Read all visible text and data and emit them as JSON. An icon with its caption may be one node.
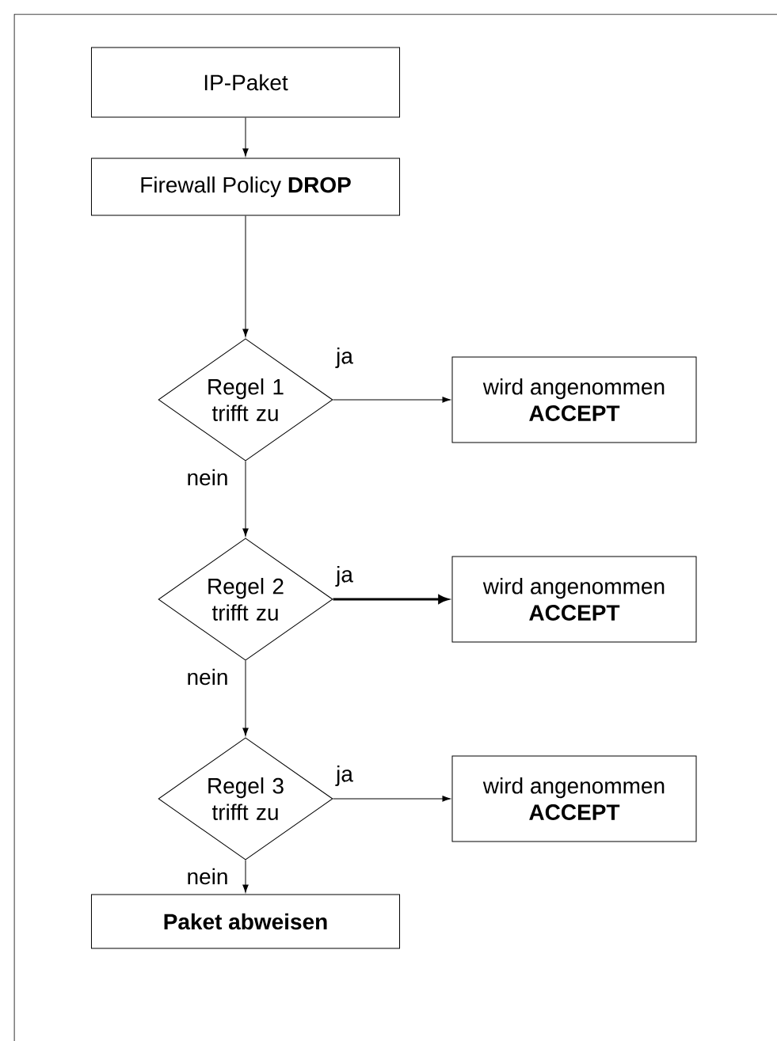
{
  "diagram": {
    "nodes": [
      {
        "text": [
          "IP-Paket"
        ]
      },
      {
        "text": [
          "Firewall Policy **DROP**"
        ]
      },
      {
        "text": [
          "Regel 1 trifft zu"
        ]
      },
      {
        "text": [
          "wird angenommen",
          "ACCEPT"
        ]
      },
      {
        "text": [
          "Regel 2 trifft zu"
        ]
      },
      {
        "text": [
          "wird angenommen",
          "ACCEPT"
        ]
      },
      {
        "text": [
          "Regel 3 trifft zu"
        ]
      },
      {
        "text": [
          "wird angenommen",
          "ACCEPT"
        ]
      },
      {
        "text": [
          "Paket abweisen"
        ]
      }
    ],
    "edges": [
      {
        "from": 0,
        "to": 1,
        "arrow": "to"
      },
      {
        "from": 1,
        "to": 2,
        "arrow": "to"
      },
      {
        "from": 2,
        "to": 3,
        "arrow": "to",
        "label": "ja"
      },
      {
        "from": 2,
        "to": 4,
        "arrow": "to",
        "label": "nein"
      },
      {
        "from": 4,
        "to": 5,
        "arrow": "to",
        "label": "ja",
        "style": "thick"
      },
      {
        "from": 4,
        "to": 6,
        "arrow": "to",
        "label": "nein"
      },
      {
        "from": 6,
        "to": 7,
        "arrow": "to",
        "label": "ja"
      },
      {
        "from": 6,
        "to": 8,
        "arrow": "to",
        "label": "nein"
      }
    ]
  }
}
